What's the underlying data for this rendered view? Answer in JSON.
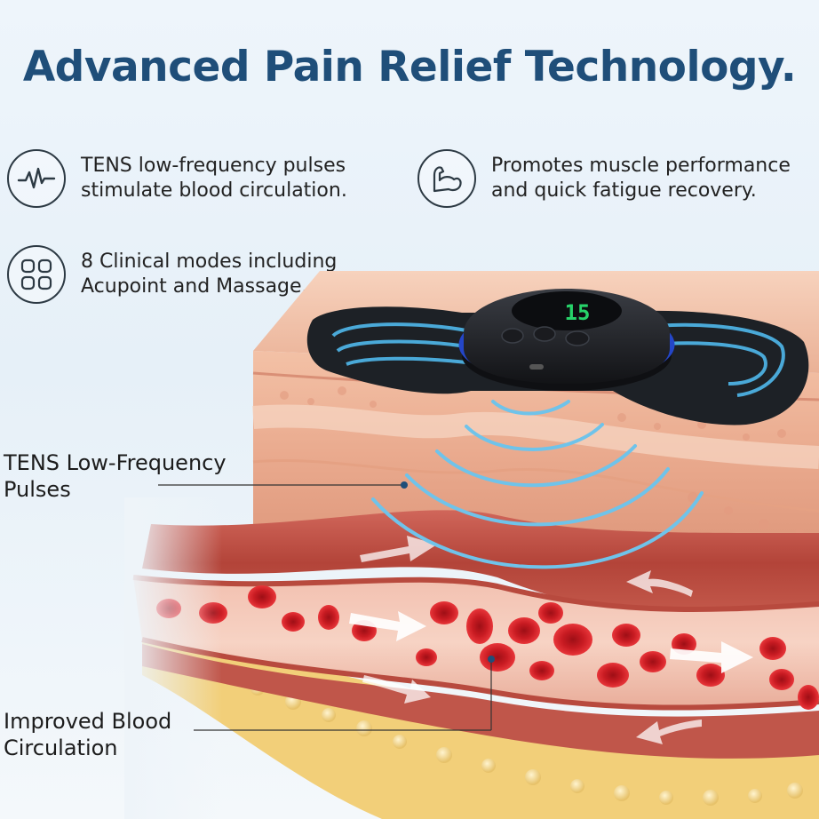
{
  "title": "Advanced Pain Relief Technology.",
  "features": [
    {
      "icon": "pulse-waveform-icon",
      "line1": "TENS low-frequency pulses",
      "line2": "stimulate blood circulation."
    },
    {
      "icon": "flexed-arm-muscle-icon",
      "line1": "Promotes muscle performance",
      "line2": "and quick fatigue recovery."
    },
    {
      "icon": "four-squares-modes-icon",
      "line1": "8 Clinical modes including",
      "line2": "Acupoint and Massage."
    }
  ],
  "callouts": {
    "pulses": {
      "line1": "TENS Low-Frequency",
      "line2": "Pulses"
    },
    "blood": {
      "line1": "Improved Blood",
      "line2": "Circulation"
    }
  },
  "device": {
    "display_value": "15"
  },
  "colors": {
    "title": "#1f4e79",
    "icon_stroke": "#2d3a44",
    "pulse_wave": "#6fc3ea",
    "skin": "#f0b99a",
    "muscle": "#b84a3e",
    "blood_cell": "#d8232a",
    "fat": "#f3d68a",
    "device_ring": "#2446c8",
    "device_display": "#27d36a"
  }
}
